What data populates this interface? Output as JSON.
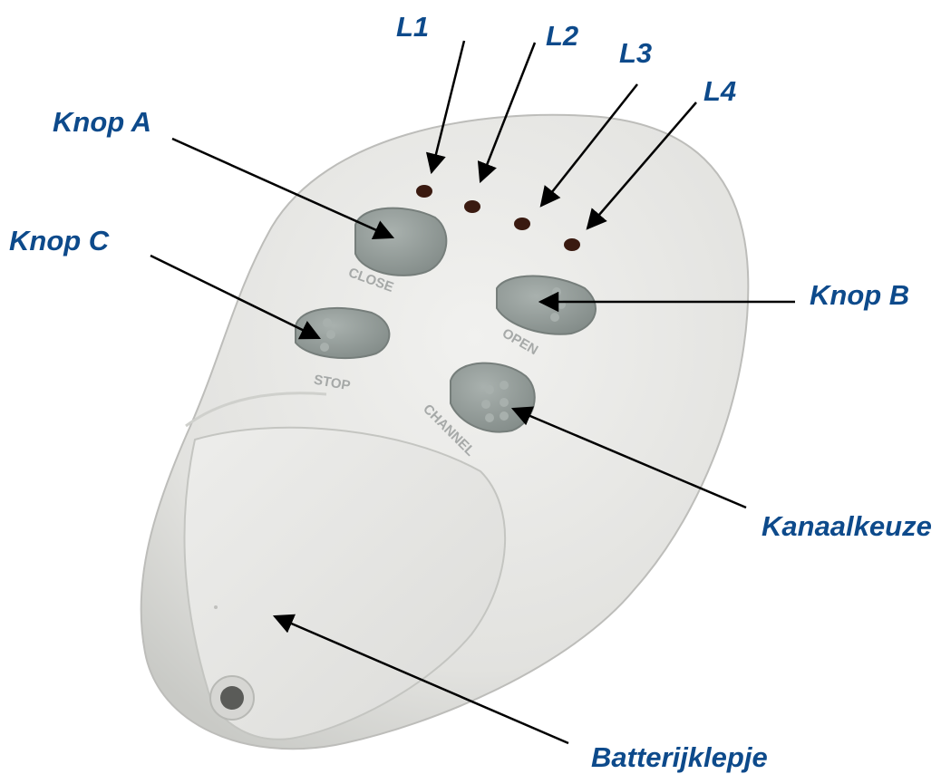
{
  "colors": {
    "label": "#0d4a8b",
    "arrow": "#000000",
    "body": "#e4e4e2",
    "button": "#8f9895",
    "button_text": "#a6a9a8",
    "led": "#3a1a10"
  },
  "labels": {
    "l1": "L1",
    "l2": "L2",
    "l3": "L3",
    "l4": "L4",
    "knop_a": "Knop A",
    "knop_b": "Knop B",
    "knop_c": "Knop C",
    "kanaalkeuze": "Kanaalkeuze",
    "batterijklepje": "Batterijklepje"
  },
  "remote": {
    "close_label": "CLOSE",
    "open_label": "OPEN",
    "stop_label": "STOP",
    "channel_label": "CHANNEL"
  }
}
